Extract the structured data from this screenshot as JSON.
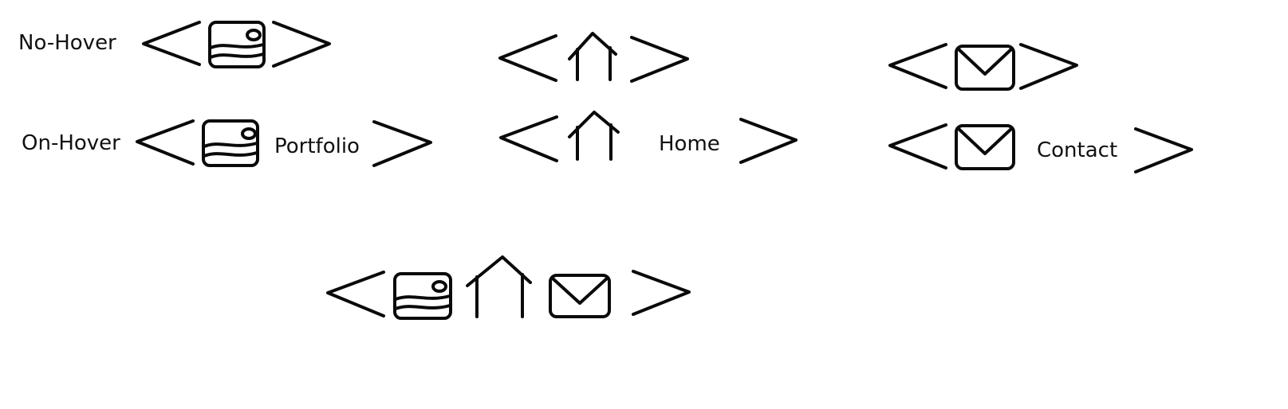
{
  "labels": {
    "no_hover": "No-Hover",
    "on_hover": "On-Hover"
  },
  "nav_items": [
    {
      "icon": "image-icon",
      "text": "Portfolio"
    },
    {
      "icon": "house-icon",
      "text": "Home"
    },
    {
      "icon": "envelope-icon",
      "text": "Contact"
    }
  ],
  "colors": {
    "ink": "#0a0a0a",
    "background": "#ffffff"
  }
}
